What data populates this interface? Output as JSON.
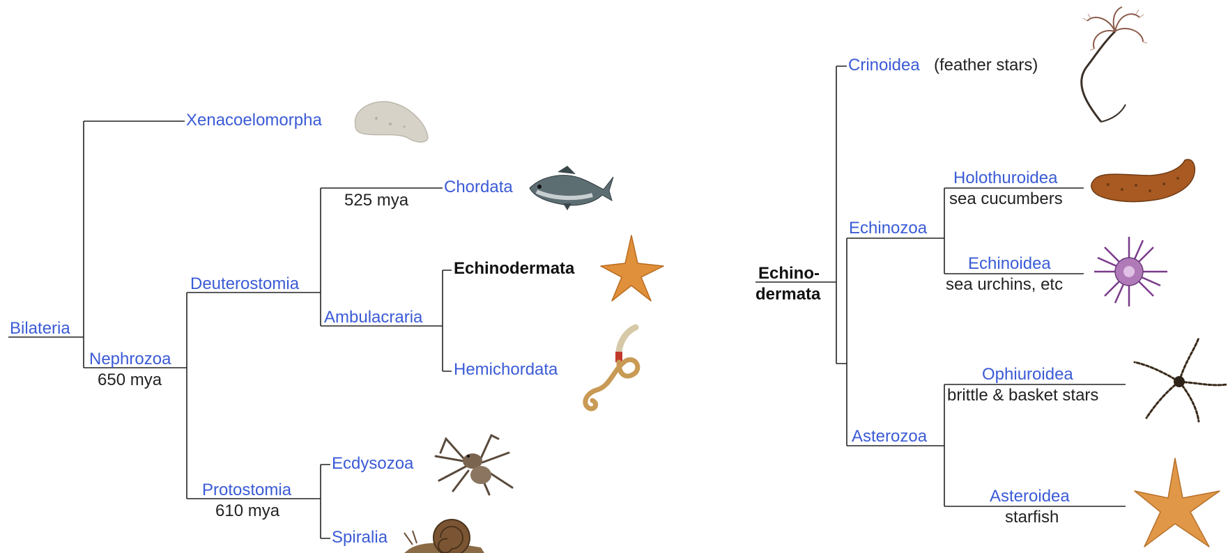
{
  "left_tree": {
    "bilateria": "Bilateria",
    "xenacoelomorpha": "Xenacoelomorpha",
    "nephrozoa": "Nephrozoa",
    "nephrozoa_age": "650 mya",
    "deuterostomia": "Deuterostomia",
    "chordata": "Chordata",
    "chordata_age": "525 mya",
    "ambulacraria": "Ambulacraria",
    "echinodermata": "Echinodermata",
    "hemichordata": "Hemichordata",
    "protostomia": "Protostomia",
    "protostomia_age": "610 mya",
    "ecdysozoa": "Ecdysozoa",
    "spiralia": "Spiralia"
  },
  "right_tree": {
    "root_line1": "Echino-",
    "root_line2": "dermata",
    "crinoidea": "Crinoidea",
    "crinoidea_note": "(feather stars)",
    "echinozoa": "Echinozoa",
    "holothuroidea": "Holothuroidea",
    "holothuroidea_note": "sea cucumbers",
    "echinoidea": "Echinoidea",
    "echinoidea_note": "sea urchins, etc",
    "asterozoa": "Asterozoa",
    "ophiuroidea": "Ophiuroidea",
    "ophiuroidea_note": "brittle & basket stars",
    "asteroidea": "Asteroidea",
    "asteroidea_note": "starfish"
  },
  "colors": {
    "link": "#3b5bd6",
    "line": "#222222",
    "text": "#222222"
  },
  "icons": [
    "flatworm-icon",
    "fish-icon",
    "starfish-icon",
    "acorn-worm-icon",
    "spider-icon",
    "snail-icon",
    "crinoid-icon",
    "sea-cucumber-icon",
    "sea-urchin-icon",
    "brittle-star-icon",
    "starfish-icon"
  ]
}
